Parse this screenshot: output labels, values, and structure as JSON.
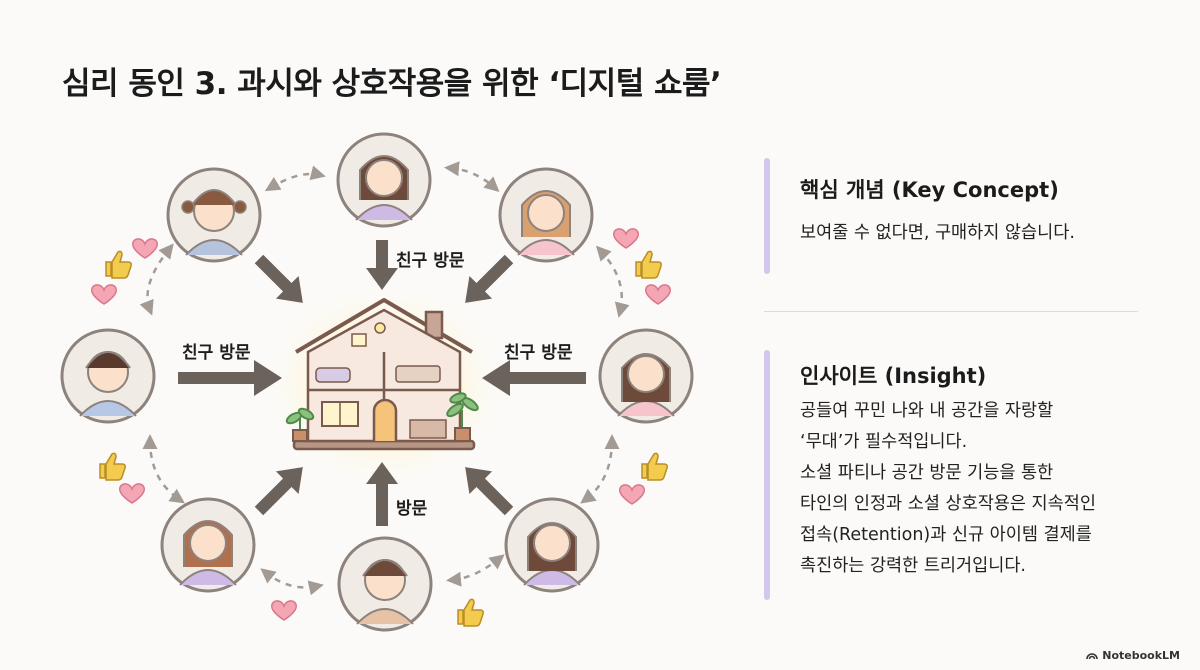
{
  "title": "심리 동인 3. 과시와 상호작용을 위한 ‘디지털 쇼룸’",
  "diagram": {
    "visit_labels": {
      "top": "친구 방문",
      "left": "친구 방문",
      "right": "친구 방문",
      "bottom": "방문"
    },
    "icons": {
      "center": "dollhouse-icon",
      "avatar": "friend-avatar-icon",
      "heart": "heart-icon",
      "like": "thumbs-up-icon"
    },
    "colors": {
      "arrow": "#6b625c",
      "heart": "#f4a6b4",
      "like": "#f3cb4e",
      "avatar_ring": "#8d827c",
      "avatar_fill": "#f1ebe5",
      "glow": "#fff0b8"
    }
  },
  "panel": {
    "key_concept": {
      "title": "핵심 개념 (Key Concept)",
      "text": "보여줄 수 없다면, 구매하지 않습니다."
    },
    "insight": {
      "title": "인사이트 (Insight)",
      "lines": [
        "공들여 꾸민 나와 내 공간을 자랑할",
        "‘무대’가 필수적입니다.",
        "소셜 파티나 공간 방문 기능을 통한",
        "타인의 인정과 소셜 상호작용은 지속적인",
        "접속(Retention)과 신규 아이템 결제를",
        "촉진하는 강력한 트리거입니다."
      ]
    },
    "accent_color": "#d3c7ee"
  },
  "brand": {
    "name": "NotebookLM"
  }
}
